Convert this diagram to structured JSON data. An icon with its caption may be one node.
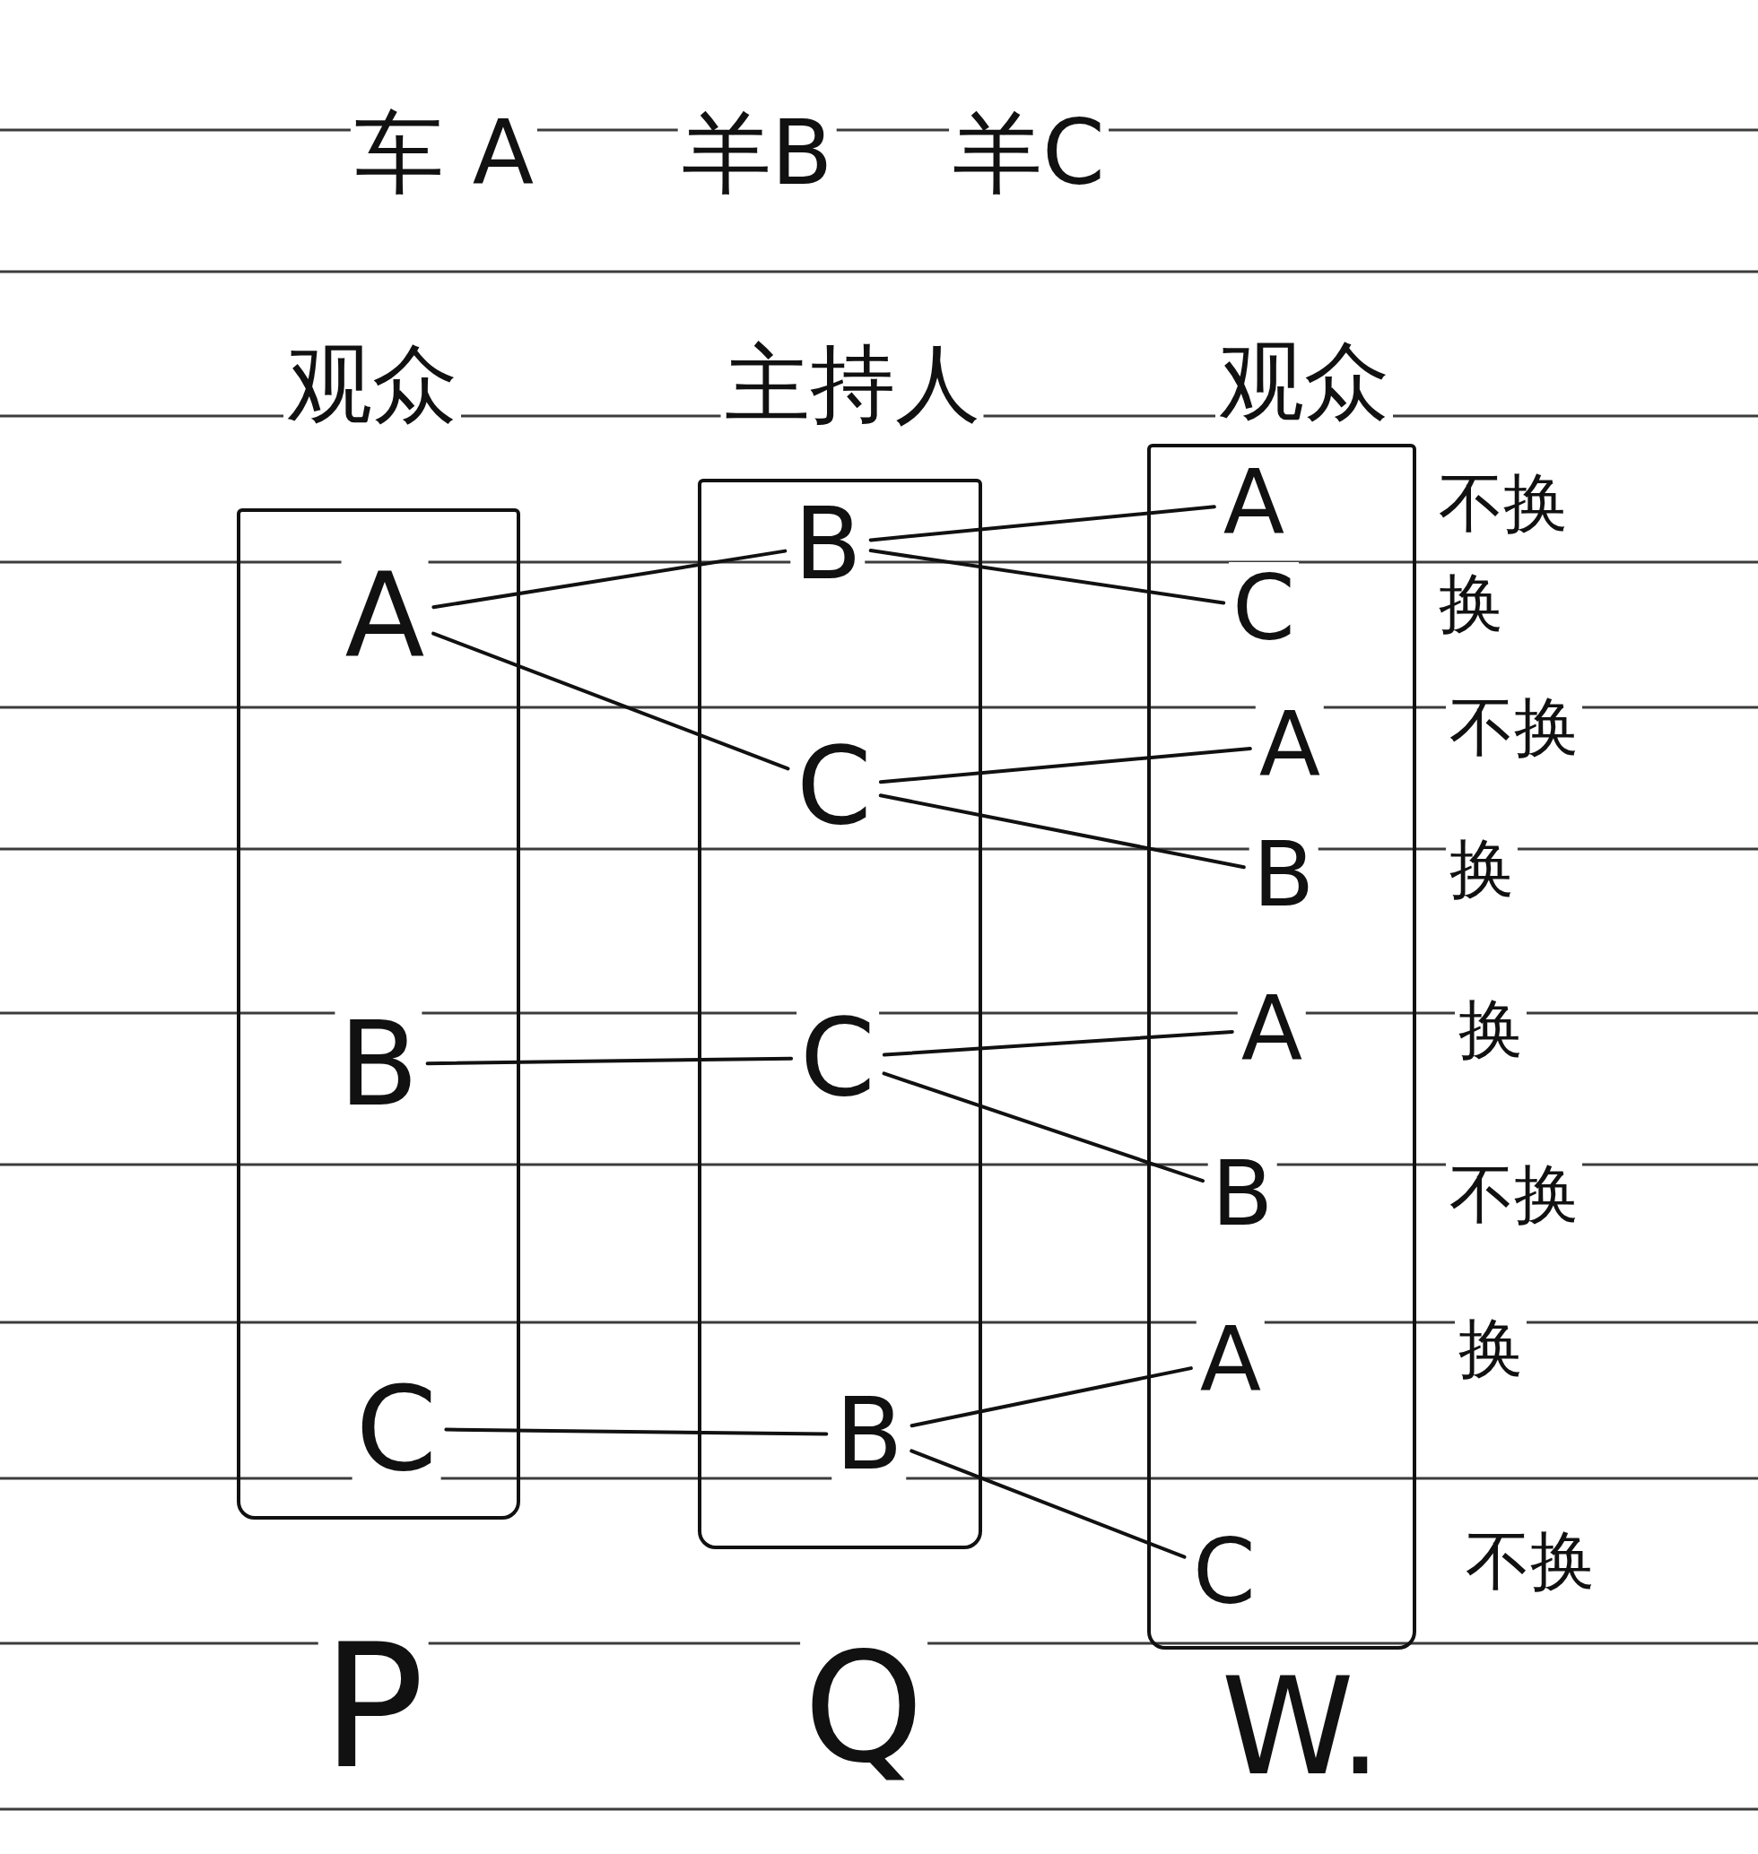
{
  "diagram": {
    "nodes": [
      {
        "text": [
          "观众"
        ],
        "beside": [
          "P"
        ]
      },
      {
        "text": [
          "A"
        ],
        "in": 0
      },
      {
        "text": [
          "B"
        ],
        "in": 0
      },
      {
        "text": [
          "C"
        ],
        "in": 0
      },
      {
        "text": [
          "主持人"
        ],
        "beside": [
          "Q"
        ]
      },
      {
        "text": [
          "B"
        ],
        "in": 4
      },
      {
        "text": [
          "C"
        ],
        "in": 4
      },
      {
        "text": [
          "C"
        ],
        "in": 4
      },
      {
        "text": [
          "B"
        ],
        "in": 4
      },
      {
        "text": [
          "观众"
        ],
        "beside": [
          "W."
        ]
      },
      {
        "text": [
          "A"
        ],
        "in": 9,
        "beside": [
          "不换"
        ]
      },
      {
        "text": [
          "C"
        ],
        "in": 9,
        "beside": [
          "换"
        ]
      },
      {
        "text": [
          "A"
        ],
        "in": 9,
        "beside": [
          "不换"
        ]
      },
      {
        "text": [
          "B"
        ],
        "in": 9,
        "beside": [
          "换"
        ]
      },
      {
        "text": [
          "A"
        ],
        "in": 9,
        "beside": [
          "换"
        ]
      },
      {
        "text": [
          "B"
        ],
        "in": 9,
        "beside": [
          "不换"
        ]
      },
      {
        "text": [
          "A"
        ],
        "in": 9,
        "beside": [
          "换"
        ]
      },
      {
        "text": [
          "C"
        ],
        "in": 9,
        "beside": [
          "不换"
        ]
      }
    ],
    "edges": [
      {
        "from": 1,
        "to": 5,
        "arrow": "none"
      },
      {
        "from": 1,
        "to": 6,
        "arrow": "none"
      },
      {
        "from": 2,
        "to": 7,
        "arrow": "none"
      },
      {
        "from": 3,
        "to": 8,
        "arrow": "none"
      },
      {
        "from": 5,
        "to": 10,
        "arrow": "none"
      },
      {
        "from": 5,
        "to": 11,
        "arrow": "none"
      },
      {
        "from": 6,
        "to": 12,
        "arrow": "none"
      },
      {
        "from": 6,
        "to": 13,
        "arrow": "none"
      },
      {
        "from": 7,
        "to": 14,
        "arrow": "none"
      },
      {
        "from": 7,
        "to": 15,
        "arrow": "none"
      },
      {
        "from": 8,
        "to": 16,
        "arrow": "none"
      },
      {
        "from": 8,
        "to": 17,
        "arrow": "none"
      }
    ],
    "labels": [
      "车 A",
      "羊B",
      "羊C"
    ]
  }
}
